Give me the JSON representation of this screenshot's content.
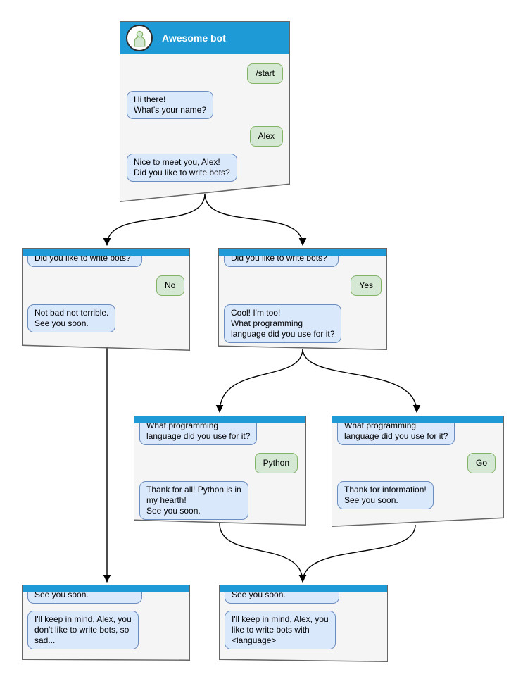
{
  "colors": {
    "titlebar_blue": "#1e9ad6",
    "window_fill": "#f5f5f5",
    "window_border": "#666666",
    "bot_bubble_fill": "#dae8fc",
    "bot_bubble_border": "#6c8ebf",
    "user_bubble_fill": "#d5e8d4",
    "user_bubble_border": "#82b366",
    "arrow": "#000000"
  },
  "windows": {
    "root": {
      "title": "Awesome bot",
      "messages": [
        {
          "from": "user",
          "text": "/start"
        },
        {
          "from": "bot",
          "text": "Hi there!\nWhat's your name?"
        },
        {
          "from": "user",
          "text": "Alex"
        },
        {
          "from": "bot",
          "text": "Nice to meet you, Alex!\nDid you like to write bots?"
        }
      ]
    },
    "no": {
      "messages": [
        {
          "from": "bot",
          "text": "Did you like to write bots?"
        },
        {
          "from": "user",
          "text": "No"
        },
        {
          "from": "bot",
          "text": "Not bad not terrible.\nSee you soon."
        }
      ]
    },
    "yes": {
      "messages": [
        {
          "from": "bot",
          "text": "Did you like to write bots?"
        },
        {
          "from": "user",
          "text": "Yes"
        },
        {
          "from": "bot",
          "text": "Cool! I'm too!\nWhat programming\nlanguage did you use for it?"
        }
      ]
    },
    "python": {
      "messages": [
        {
          "from": "bot",
          "text": "What programming\nlanguage did you use for it?"
        },
        {
          "from": "user",
          "text": "Python"
        },
        {
          "from": "bot",
          "text": "Thank for all! Python is in\nmy hearth!\nSee you soon."
        }
      ]
    },
    "go": {
      "messages": [
        {
          "from": "bot",
          "text": "What programming\nlanguage did you use for it?"
        },
        {
          "from": "user",
          "text": "Go"
        },
        {
          "from": "bot",
          "text": "Thank for information!\nSee you soon."
        }
      ]
    },
    "end_no": {
      "messages": [
        {
          "from": "bot",
          "text": "See you soon."
        },
        {
          "from": "bot",
          "text": "I'll keep in mind, Alex, you\ndon't like to write bots, so\nsad..."
        }
      ]
    },
    "end_yes": {
      "messages": [
        {
          "from": "bot",
          "text": "See you soon."
        },
        {
          "from": "bot",
          "text": "I'll keep in mind, Alex, you\nlike to write bots with\n<language>"
        }
      ]
    }
  },
  "edges": [
    {
      "from": "root",
      "to": "no"
    },
    {
      "from": "root",
      "to": "yes"
    },
    {
      "from": "no",
      "to": "end_no"
    },
    {
      "from": "yes",
      "to": "python"
    },
    {
      "from": "yes",
      "to": "go"
    },
    {
      "from": "python",
      "to": "end_yes"
    },
    {
      "from": "go",
      "to": "end_yes"
    }
  ]
}
